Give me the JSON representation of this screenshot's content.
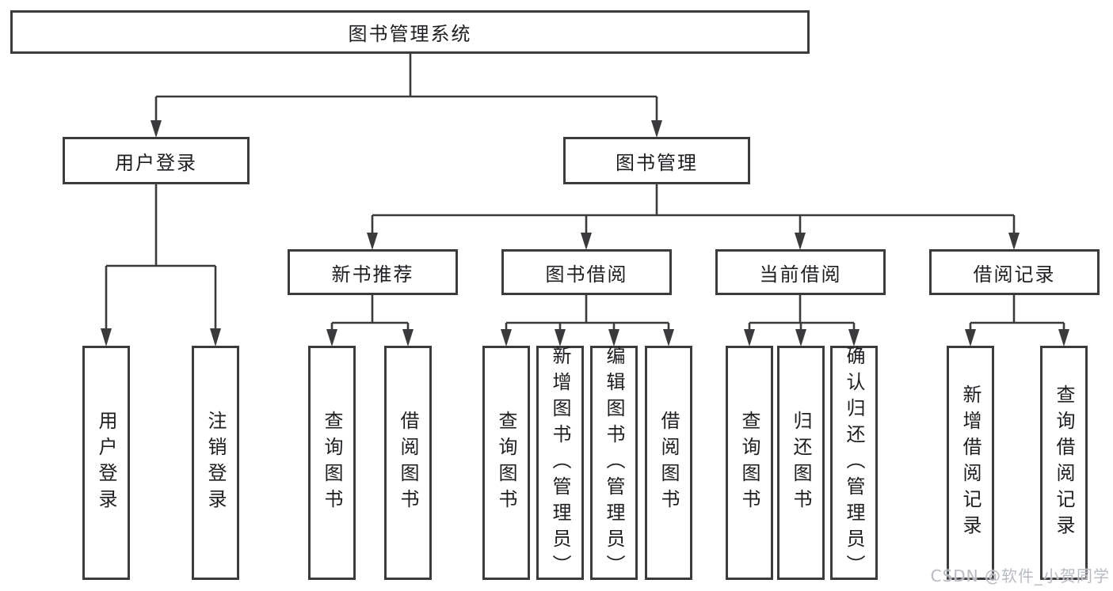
{
  "tree": {
    "root": "图书管理系统",
    "login": {
      "label": "用户登录",
      "children": [
        "用户登录",
        "注销登录"
      ]
    },
    "management": {
      "label": "图书管理",
      "groups": [
        {
          "label": "新书推荐",
          "children": [
            "查询图书",
            "借阅图书"
          ]
        },
        {
          "label": "图书借阅",
          "children": [
            "查询图书",
            "新增图书（管理员）",
            "编辑图书（管理员）",
            "借阅图书"
          ]
        },
        {
          "label": "当前借阅",
          "children": [
            "查询图书",
            "归还图书",
            "确认归还（管理员）"
          ]
        },
        {
          "label": "借阅记录",
          "children": [
            "新增借阅记录",
            "查询借阅记录"
          ]
        }
      ]
    }
  },
  "watermark": "CSDN @软件_小贺同学",
  "colors": {
    "line": "#3b3b3e",
    "text": "#1e1e22",
    "background": "#ffffff",
    "watermark": "#b7bbc1"
  }
}
